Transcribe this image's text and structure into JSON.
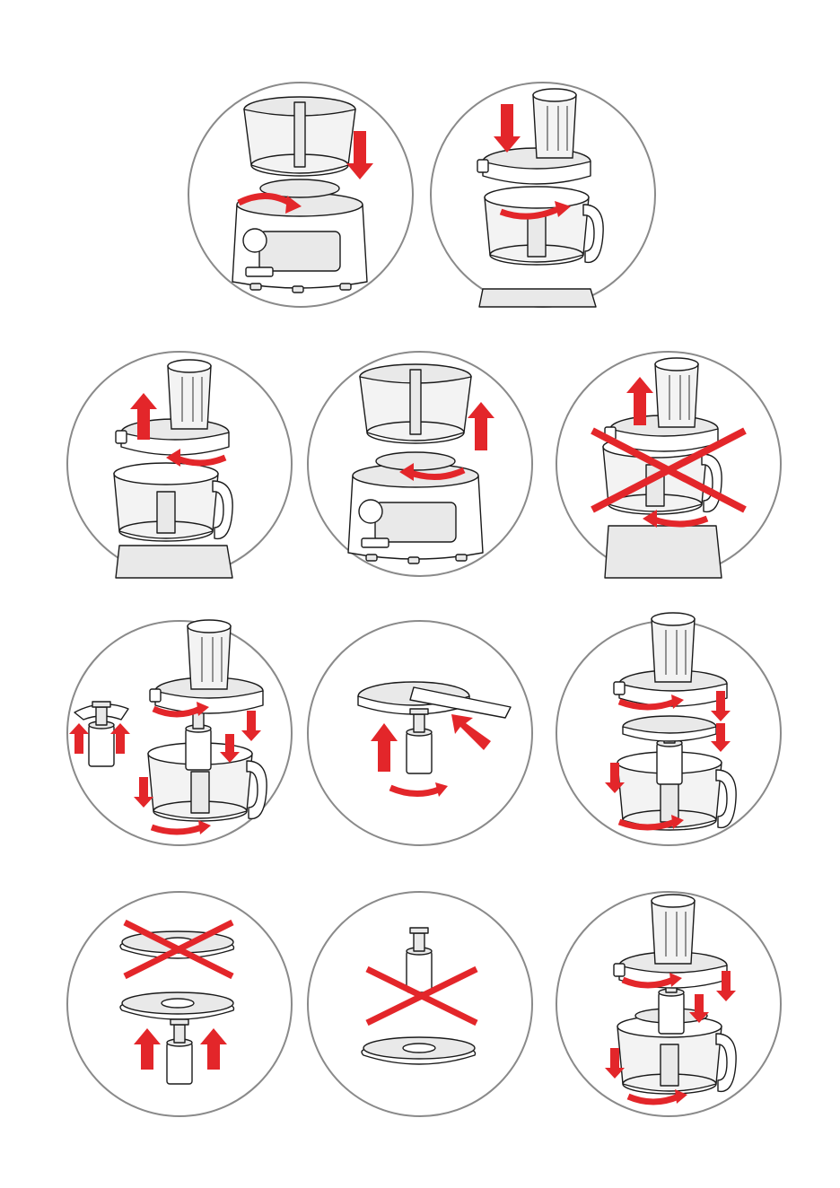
{
  "document": {
    "type": "illustrated instruction page",
    "colors": {
      "arrow": "#e3262a",
      "outline": "#1a1a1a",
      "ring": "#8a8a8a",
      "background": "#ffffff"
    },
    "steps": [
      {
        "id": 1,
        "icon": "bowl-onto-base-icon",
        "arrows": [
          "down",
          "rotate-right"
        ],
        "prohibited": false
      },
      {
        "id": 2,
        "icon": "lid-onto-bowl-icon",
        "arrows": [
          "down",
          "rotate-right"
        ],
        "prohibited": false
      },
      {
        "id": 3,
        "icon": "lid-removal-icon",
        "arrows": [
          "up",
          "rotate-left"
        ],
        "prohibited": false
      },
      {
        "id": 4,
        "icon": "bowl-removal-icon",
        "arrows": [
          "up",
          "rotate-left"
        ],
        "prohibited": false
      },
      {
        "id": 5,
        "icon": "lift-assembled-unit-icon",
        "arrows": [
          "up",
          "rotate-left"
        ],
        "prohibited": true
      },
      {
        "id": 6,
        "icon": "insert-blade-assembly-icon",
        "arrows": [
          "up",
          "down",
          "rotate-right"
        ],
        "prohibited": false
      },
      {
        "id": 7,
        "icon": "slicing-disc-assembly-icon",
        "arrows": [
          "up",
          "slide-in",
          "rotate-right"
        ],
        "prohibited": false
      },
      {
        "id": 8,
        "icon": "disc-install-icon",
        "arrows": [
          "down",
          "rotate-right"
        ],
        "prohibited": false
      },
      {
        "id": 9,
        "icon": "disc-orientation-icon",
        "arrows": [
          "up"
        ],
        "prohibited": true
      },
      {
        "id": 10,
        "icon": "disc-below-holder-icon",
        "arrows": [],
        "prohibited": true
      },
      {
        "id": 11,
        "icon": "emulsifying-disc-install-icon",
        "arrows": [
          "down",
          "rotate-right"
        ],
        "prohibited": false
      }
    ]
  }
}
